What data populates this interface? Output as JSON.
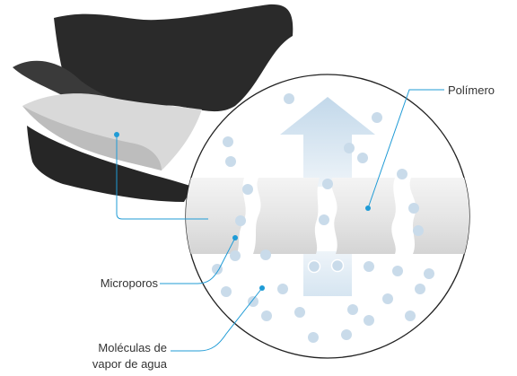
{
  "labels": {
    "polymer": "Polímero",
    "micropores": "Microporos",
    "vapor_line1": "Moléculas de",
    "vapor_line2": "vapor de agua"
  },
  "colors": {
    "fabric": "#222222",
    "membrane": "#d6d6d6",
    "polymer_band": "#e9e9e9",
    "molecule": "#c9dbea",
    "leader_line": "#1f9bd6",
    "arrow": "#d3e3ef",
    "text": "#333333"
  }
}
